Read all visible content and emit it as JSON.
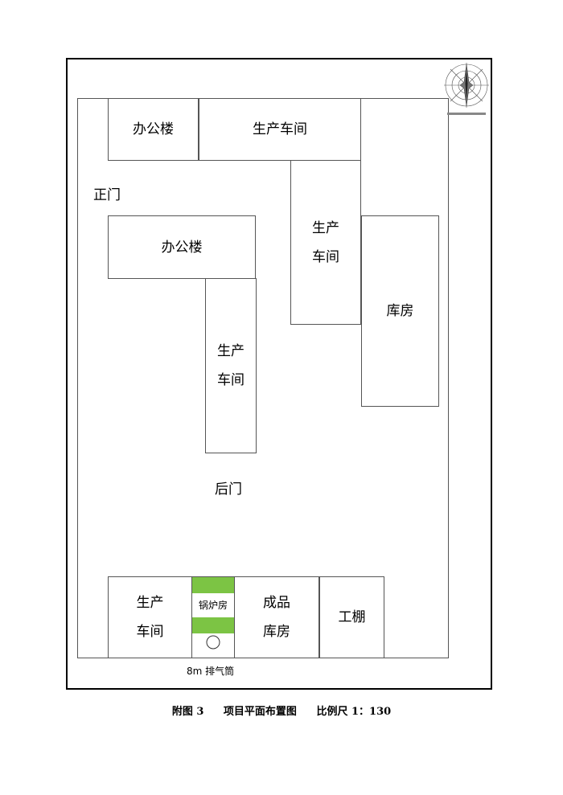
{
  "buildings": {
    "office_top": "办公楼",
    "production_top": "生产车间",
    "production_right_1": "生产",
    "production_right_2": "车间",
    "office_mid": "办公楼",
    "warehouse_right": "库房",
    "production_mid_1": "生产",
    "production_mid_2": "车间",
    "production_bottom_1": "生产",
    "production_bottom_2": "车间",
    "boiler_room": "锅炉房",
    "finished_1": "成品",
    "finished_2": "库房",
    "shed": "工棚"
  },
  "labels": {
    "main_gate": "正门",
    "back_gate": "后门",
    "exhaust": "8m 排气筒"
  },
  "caption": {
    "figure": "附图 3",
    "title": "项目平面布置图",
    "scale": "比例尺 1：130"
  },
  "colors": {
    "boiler_accent": "#7cc444"
  },
  "icons": {
    "compass": "wind-rose-icon"
  }
}
